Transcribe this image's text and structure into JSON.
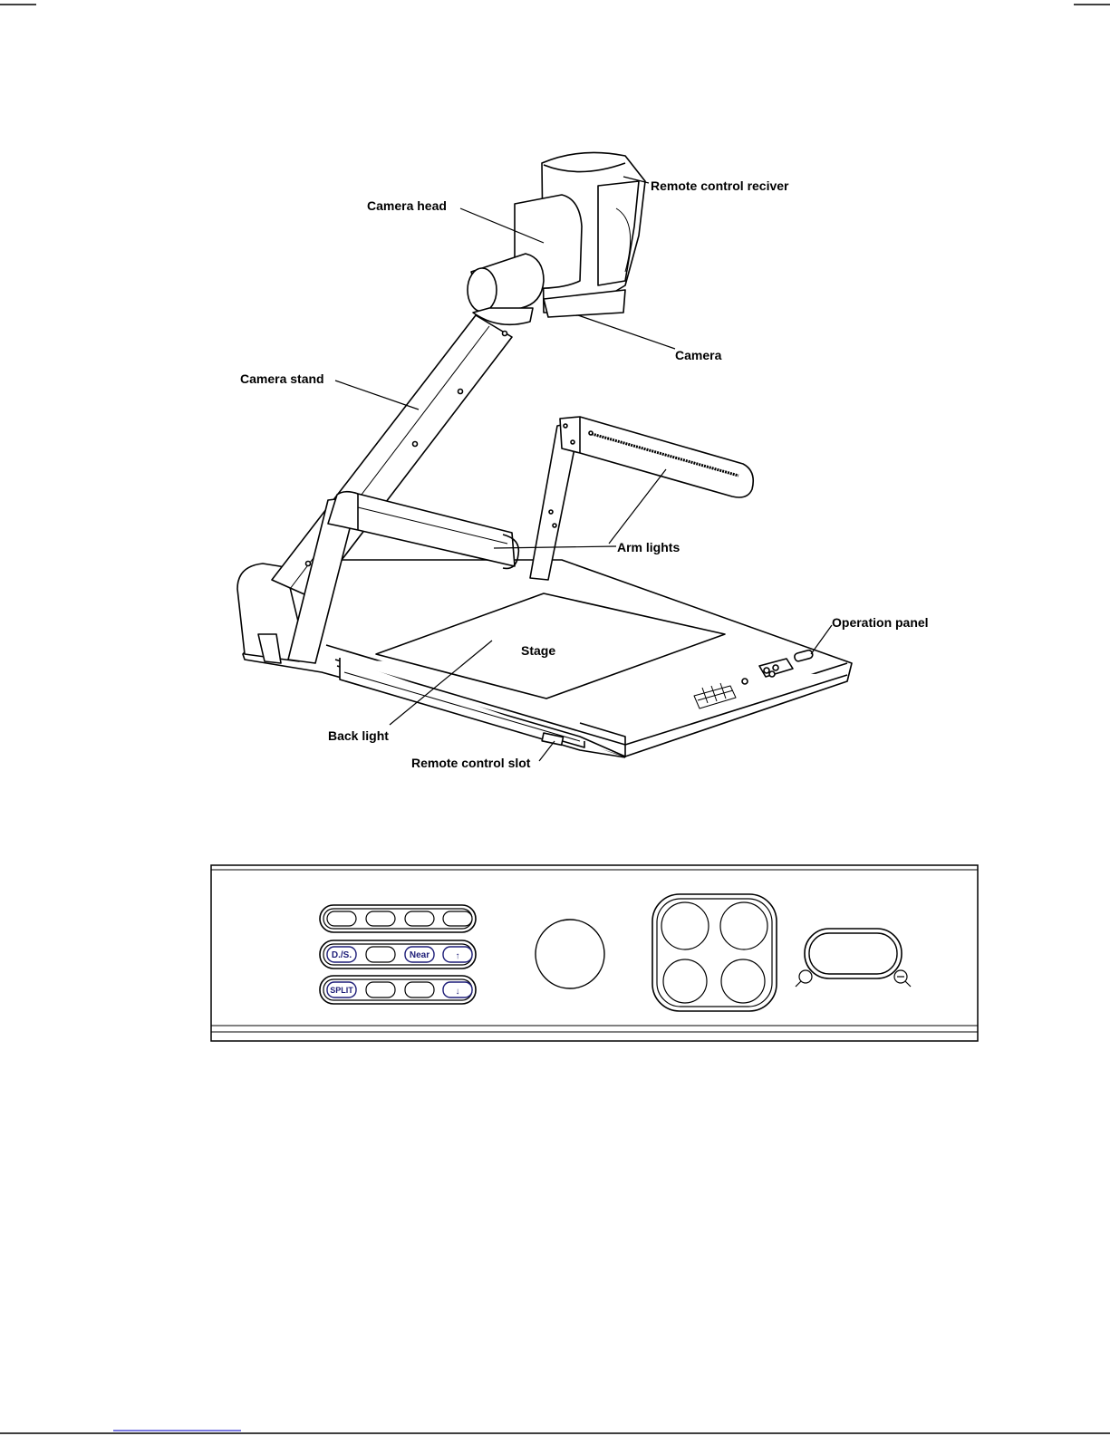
{
  "labels": {
    "remote_control_receiver": "Remote control reciver",
    "camera_head": "Camera head",
    "camera": "Camera",
    "camera_stand": "Camera stand",
    "arm_lights": "Arm lights",
    "operation_panel": "Operation panel",
    "stage": "Stage",
    "back_light": "Back light",
    "remote_control_slot": "Remote control slot"
  },
  "panel": {
    "buttons": {
      "ds": "D./S.",
      "near": "Near",
      "split": "SPLIT",
      "up_arrow": "↑",
      "down_arrow": "↓"
    }
  }
}
